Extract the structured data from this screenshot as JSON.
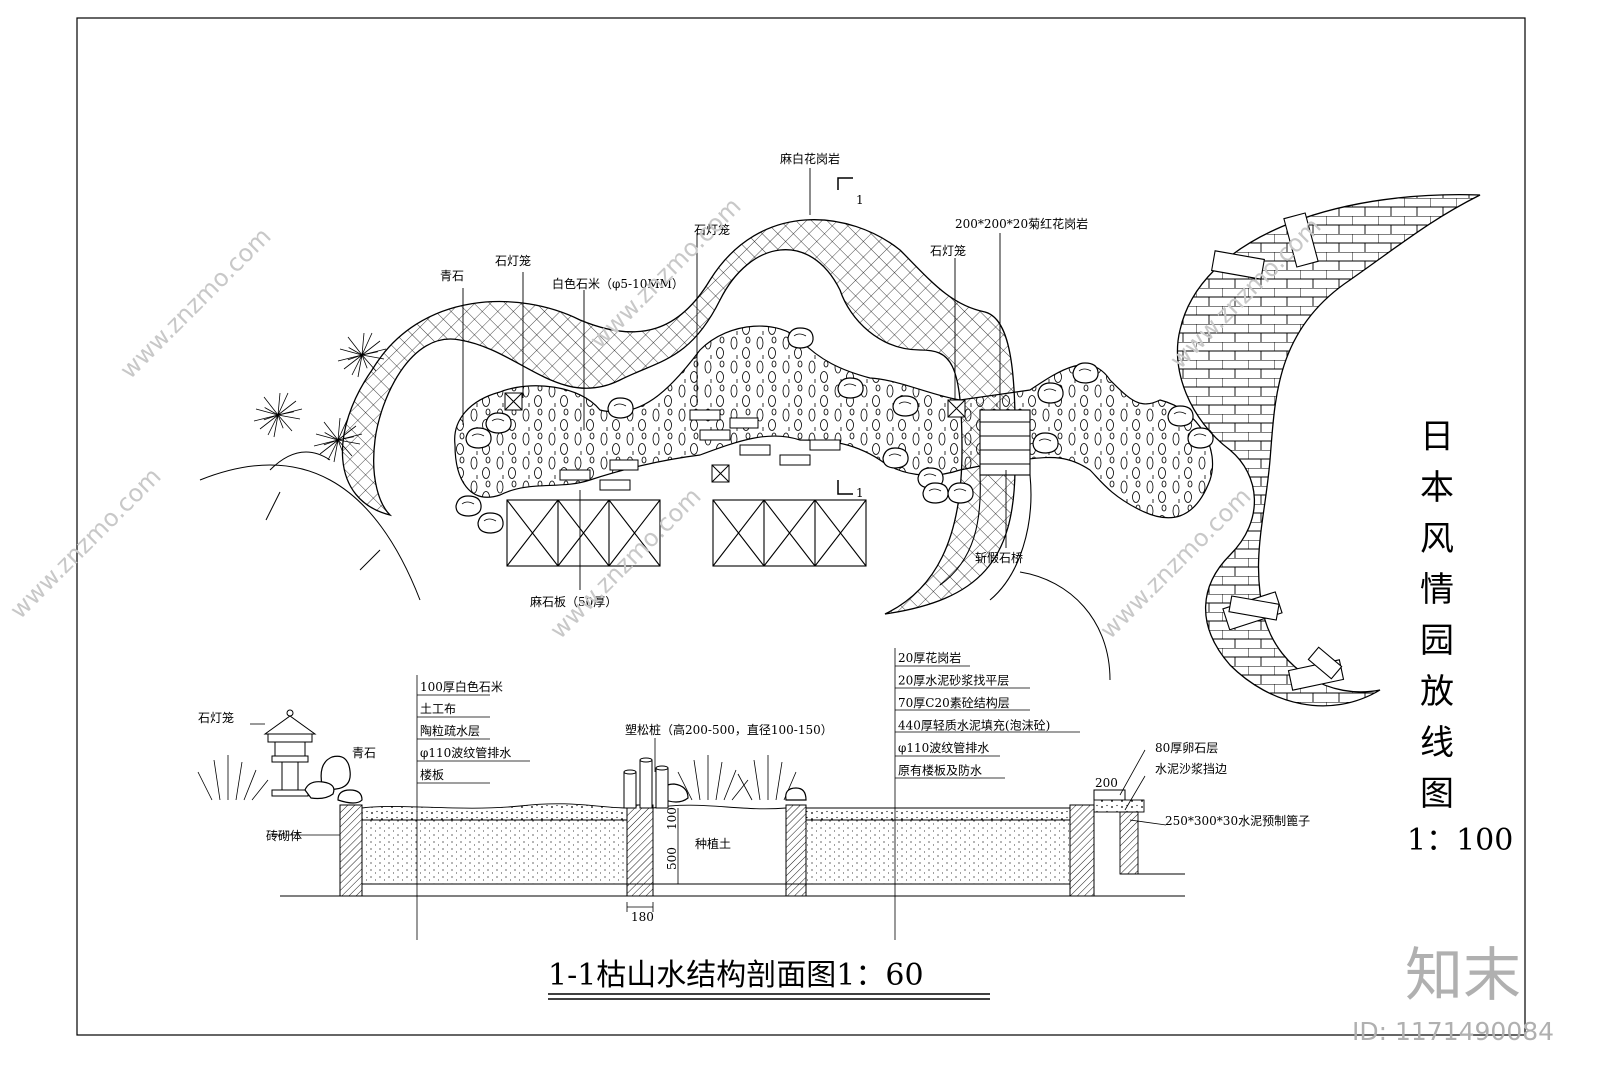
{
  "title_vertical": [
    "日",
    "本",
    "风",
    "情",
    "园",
    "放",
    "线",
    "图"
  ],
  "plan_scale": "1：100",
  "section_title": "1-1枯山水结构剖面图1：60",
  "section_marker": "1",
  "plan_labels": {
    "granite_white": "麻白花岗岩",
    "granite_red": "200*200*20菊红花岗岩",
    "lantern_a": "石灯笼",
    "lantern_b": "石灯笼",
    "lantern_c": "石灯笼",
    "bluestone": "青石",
    "white_pebble": "白色石米（φ5-10MM）",
    "stone_slab": "麻石板（50厚）",
    "bridge": "斩假石桥"
  },
  "section_labels": {
    "lantern": "石灯笼",
    "bluestone": "青石",
    "brick": "砖砌体",
    "soil": "种植土",
    "pine_stake": "塑松桩（高200-500，直径100-150）",
    "left_layers": [
      "100厚白色石米",
      "土工布",
      "陶粒疏水层",
      "φ110波纹管排水",
      "楼板"
    ],
    "right_layers": [
      "20厚花岗岩",
      "20厚水泥砂浆找平层",
      "70厚C20素砼结构层",
      "440厚轻质水泥填充(泡沫砼)",
      "φ110波纹管排水",
      "原有楼板及防水"
    ],
    "edge_layers": [
      "80厚卵石层",
      "水泥沙浆挡边",
      "250*300*30水泥预制篦子"
    ]
  },
  "dimensions": {
    "d100": "100",
    "d500": "500",
    "d180": "180",
    "d200": "200"
  },
  "watermarks": {
    "site": "www.znzmo.com",
    "brand": "知末",
    "id": "ID: 1171490084"
  }
}
